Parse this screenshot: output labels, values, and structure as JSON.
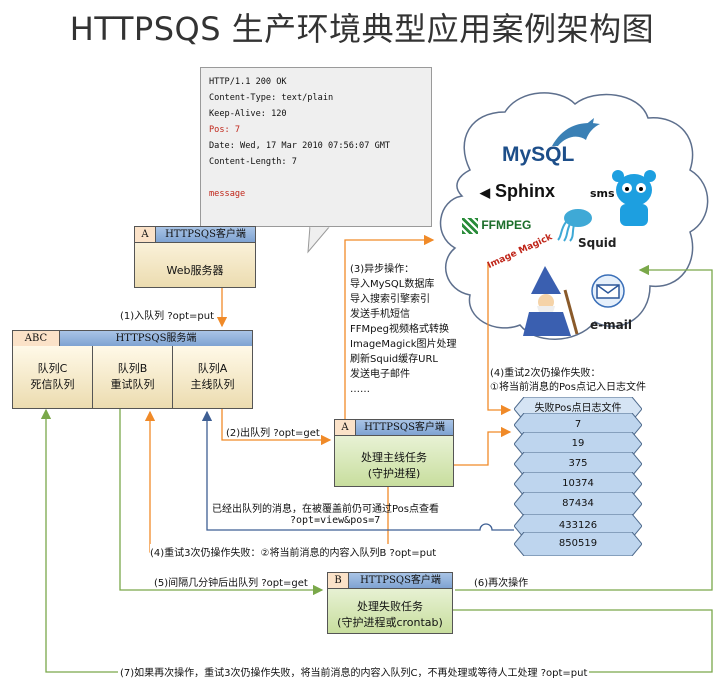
{
  "title": "HTTPSQS 生产环境典型应用案例架构图",
  "response": {
    "lines": [
      "HTTP/1.1 200 OK",
      "Content-Type: text/plain",
      "Keep-Alive: 120",
      "Pos: 7",
      "Date: Wed, 17 Mar 2010 07:56:07 GMT",
      "Content-Length: 7",
      "",
      "message"
    ]
  },
  "client_a_top": {
    "tag": "A",
    "name": "HTTPSQS客户端",
    "body": "Web服务器"
  },
  "server": {
    "tag": "ABC",
    "name": "HTTPSQS服务端",
    "queues": [
      {
        "line1": "队列C",
        "line2": "死信队列"
      },
      {
        "line1": "队列B",
        "line2": "重试队列"
      },
      {
        "line1": "队列A",
        "line2": "主线队列"
      }
    ]
  },
  "client_a_bottom": {
    "tag": "A",
    "name": "HTTPSQS客户端",
    "body1": "处理主线任务",
    "body2": "(守护进程)"
  },
  "client_b": {
    "tag": "B",
    "name": "HTTPSQS客户端",
    "body1": "处理失败任务",
    "body2": "(守护进程或crontab)"
  },
  "async_ops": [
    "(3)异步操作：",
    "导入MySQL数据库",
    "导入搜索引擎索引",
    "发送手机短信",
    "FFMpeg视频格式转换",
    "ImageMagick图片处理",
    "刷新Squid缓存URL",
    "发送电子邮件",
    "……"
  ],
  "services": {
    "mysql": "MySQL",
    "sphinx": "Sphinx",
    "sms": "sms",
    "ffmpeg": "FFMPEG",
    "squid": "Squid",
    "imagemagick": "Image Magick",
    "email": "e-mail"
  },
  "log": {
    "title": "失败Pos点日志文件",
    "values": [
      "7",
      "19",
      "375",
      "10374",
      "87434",
      "433126",
      "850519"
    ]
  },
  "labels": {
    "step1": "(1)入队列  ?opt=put",
    "step2": "(2)出队列  ?opt=get",
    "step4a": "(4)重试2次仍操作失败：",
    "step4b": "①将当前消息的Pos点记入日志文件",
    "view1": "已经出队列的消息，在被覆盖前仍可通过Pos点查看",
    "view2": "?opt=view&pos=7",
    "step4c": "(4)重试3次仍操作失败：②将当前消息的内容入队列B  ?opt=put",
    "step5": "(5)间隔几分钟后出队列  ?opt=get",
    "step6": "(6)再次操作",
    "step7": "(7)如果再次操作，重试3次仍操作失败，将当前消息的内容入队列C，不再处理或等待人工处理  ?opt=put"
  },
  "colors": {
    "orange": "#f08a28",
    "blue": "#3e5f93",
    "green": "#7aa84a",
    "slate": "#607785"
  }
}
